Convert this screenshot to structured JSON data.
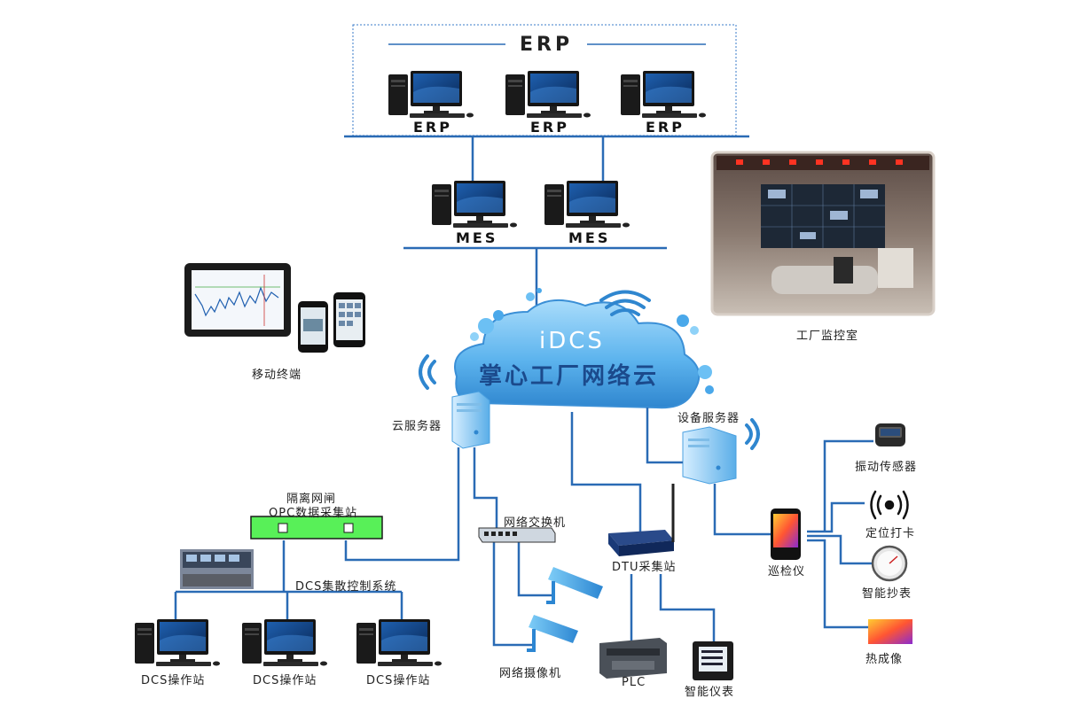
{
  "erp_group": {
    "title": "ERP",
    "stations": [
      "ERP",
      "ERP",
      "ERP"
    ]
  },
  "mes_group": {
    "stations": [
      "MES",
      "MES"
    ]
  },
  "cloud": {
    "line1": "iDCS",
    "line2": "掌心工厂网络云"
  },
  "labels": {
    "mobile": "移动终端",
    "control_room": "工厂监控室",
    "cloud_server": "云服务器",
    "device_server": "设备服务器",
    "gateway_line1": "隔离网闸",
    "gateway_line2": "OPC数据采集站",
    "dcs_system": "DCS集散控制系统",
    "switch": "网络交换机",
    "dtu": "DTU采集站",
    "inspector": "巡检仪",
    "camera": "网络摄像机",
    "plc": "PLC",
    "smart_meter": "智能仪表",
    "vibration": "振动传感器",
    "positioning": "定位打卡",
    "meter_reading": "智能抄表",
    "thermal": "热成像"
  },
  "dcs_stations": [
    "DCS操作站",
    "DCS操作站",
    "DCS操作站"
  ],
  "colors": {
    "line": "#2a6bb5",
    "cloud": "#6fc0f0",
    "cloud_dark": "#3a8fd6",
    "gateway": "#5cf05c"
  }
}
